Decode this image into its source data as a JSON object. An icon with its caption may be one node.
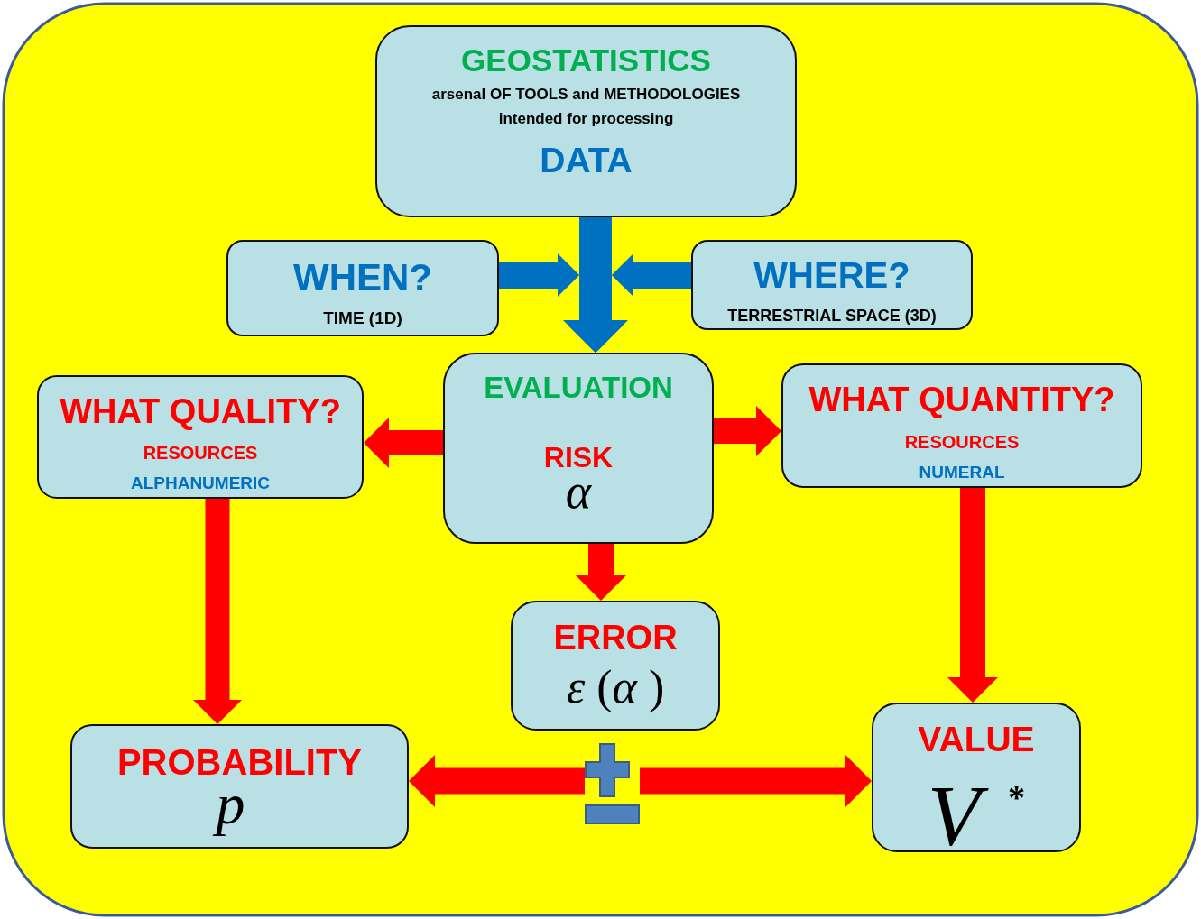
{
  "diagram": {
    "nodes": [
      {
        "text": [
          "GEOSTATISTICS",
          "arsenal OF TOOLS and METHODOLOGIES intended for processing",
          "DATA"
        ]
      },
      {
        "text": [
          "WHEN?",
          "TIME (1D)"
        ]
      },
      {
        "text": [
          "WHERE?",
          "TERRESTRIAL SPACE (3D)"
        ]
      },
      {
        "text": [
          "WHAT QUALITY?",
          "RESOURCES",
          "ALPHANUMERIC"
        ]
      },
      {
        "text": [
          "EVALUATION",
          "RISK",
          "α"
        ]
      },
      {
        "text": [
          "WHAT QUANTITY?",
          "RESOURCES",
          "NUMERAL"
        ]
      },
      {
        "text": [
          "ERROR",
          "*ε* (*α* )"
        ]
      },
      {
        "text": [
          "PROBABILITY",
          "p"
        ]
      },
      {
        "text": [],
        "shape": "plus-minus"
      },
      {
        "text": [
          "VALUE",
          "V$^{*}$"
        ]
      }
    ],
    "edges": [
      {
        "from": 0,
        "to": 4,
        "arrow": "to",
        "color": "#0070c0"
      },
      {
        "from": 1,
        "to": 4,
        "arrow": "to",
        "color": "#0070c0"
      },
      {
        "from": 2,
        "to": 4,
        "arrow": "to",
        "color": "#0070c0"
      },
      {
        "from": 4,
        "to": 3,
        "arrow": "to"
      },
      {
        "from": 4,
        "to": 5,
        "arrow": "to"
      },
      {
        "from": 4,
        "to": 6,
        "arrow": "to"
      },
      {
        "from": 3,
        "to": 7,
        "arrow": "to"
      },
      {
        "from": 5,
        "to": 9,
        "arrow": "to"
      },
      {
        "from": 8,
        "to": 7,
        "arrow": "to"
      },
      {
        "from": 8,
        "to": 9,
        "arrow": "to"
      }
    ]
  }
}
